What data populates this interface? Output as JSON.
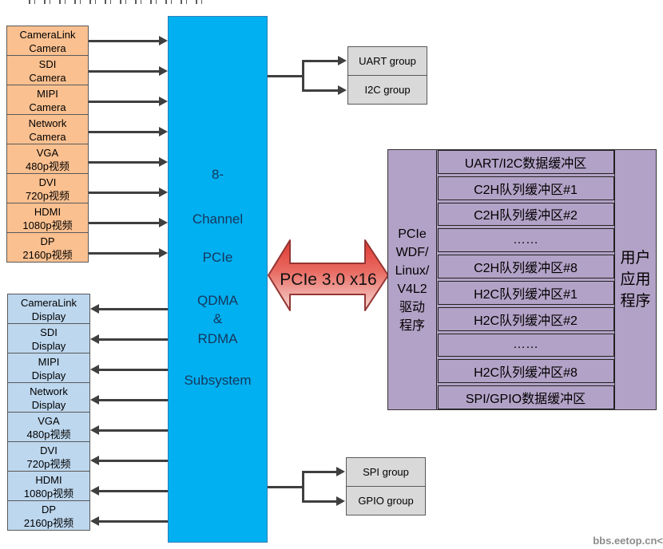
{
  "camera_inputs": [
    {
      "line1": "CameraLink",
      "line2": "Camera"
    },
    {
      "line1": "SDI",
      "line2": "Camera"
    },
    {
      "line1": "MIPI",
      "line2": "Camera"
    },
    {
      "line1": "Network",
      "line2": "Camera"
    },
    {
      "line1": "VGA",
      "line2": "480p视频"
    },
    {
      "line1": "DVI",
      "line2": "720p视频"
    },
    {
      "line1": "HDMI",
      "line2": "1080p视频"
    },
    {
      "line1": "DP",
      "line2": "2160p视频"
    }
  ],
  "display_outputs": [
    {
      "line1": "CameraLink",
      "line2": "Display"
    },
    {
      "line1": "SDI",
      "line2": "Display"
    },
    {
      "line1": "MIPI",
      "line2": "Display"
    },
    {
      "line1": "Network",
      "line2": "Display"
    },
    {
      "line1": "VGA",
      "line2": "480p视频"
    },
    {
      "line1": "DVI",
      "line2": "720p视频"
    },
    {
      "line1": "HDMI",
      "line2": "1080p视频"
    },
    {
      "line1": "DP",
      "line2": "2160p视频"
    }
  ],
  "dma_subsystem": {
    "lines": [
      "8-",
      "Channel",
      "PCIe",
      "QDMA",
      "&",
      "RDMA",
      "Subsystem"
    ]
  },
  "pcie_link": {
    "label": "PCIe 3.0 x16"
  },
  "uart_i2c_group": [
    "UART group",
    "I2C group"
  ],
  "spi_gpio_group": [
    "SPI group",
    "GPIO group"
  ],
  "driver_stack": {
    "driver_label_lines": [
      "PCIe",
      "WDF/",
      "Linux/",
      "V4L2",
      "驱动",
      "程序"
    ],
    "buffers": [
      "UART/I2C数据缓冲区",
      "C2H队列缓冲区#1",
      "C2H队列缓冲区#2",
      "……",
      "C2H队列缓冲区#8",
      "H2C队列缓冲区#1",
      "H2C队列缓冲区#2",
      "……",
      "H2C队列缓冲区#8",
      "SPI/GPIO数据缓冲区"
    ],
    "user_app_lines": [
      "用户",
      "应用",
      "程序"
    ]
  },
  "watermark": "bbs.eetop.cn<",
  "colors": {
    "camera_fill": "#FAC090",
    "display_fill": "#BDD7EE",
    "subsystem_fill": "#00B0F0",
    "group_fill": "#D9D9D9",
    "driver_fill": "#B3A2C7",
    "pcie_arrow_red": "#DE3A32",
    "line_gray": "#3f3f3f"
  }
}
